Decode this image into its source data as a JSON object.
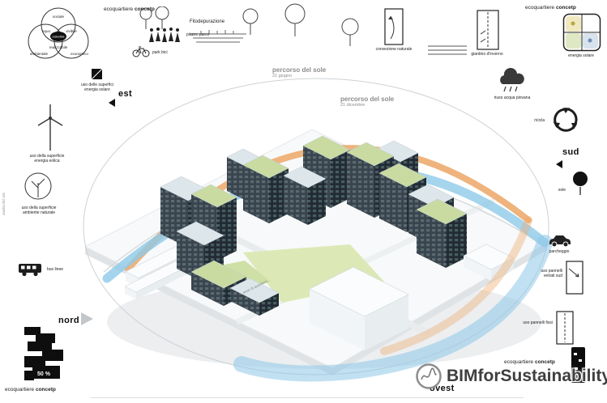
{
  "concept_label": {
    "prefix": "ecoquartiere",
    "bold": "concetp"
  },
  "compass": {
    "est": "est",
    "sud": "sud",
    "nord": "nord",
    "ovest": "ovest"
  },
  "sun_paths": {
    "summer": {
      "label": "percorso del sole",
      "date": "21 giugno",
      "color": "#eda96b"
    },
    "winter": {
      "label": "percorso del sole",
      "date": "21 dicembre",
      "color": "#8ec9e8"
    }
  },
  "venn": {
    "top": "sociale",
    "mid_left": "equo",
    "mid_right": "vivibile",
    "center": "sostenibile",
    "mid_bottom": "realizzabile",
    "bottom_left": "ambientale",
    "bottom_right": "economico"
  },
  "annotations": {
    "solar_surface": "uso delle superfici\nenergia solare",
    "park_people": "piazze parco",
    "bike_parking": "park bici",
    "phyto": "Fitodepurazione",
    "convection": "convezione naturale",
    "winter_garden": "giardino d'inverno",
    "matrix_header": "energia solare",
    "rainwater": "riuso acqua piovana",
    "recycle": "ricicla",
    "sun": "sole",
    "parking": "parcheggio",
    "glazed_panels": "uso pannelli\nvetrati sud",
    "fixed_panels": "uso pannelli fissi",
    "wind_surface": "uso della superficie\nenergia eolica",
    "nature_surface": "uso della superficie\nambiente naturale",
    "bus_lines": "bus linee",
    "facade_ratio": "50 %",
    "district_axis": "asse di quartiere",
    "site_section": "analisi del sito"
  },
  "watermark": "BIMforSustainability",
  "colors": {
    "facade_dark": "#222b35",
    "facade_light": "#39444f",
    "roof_green": "#c9dba1",
    "courtyard_green": "#dce9b6"
  }
}
